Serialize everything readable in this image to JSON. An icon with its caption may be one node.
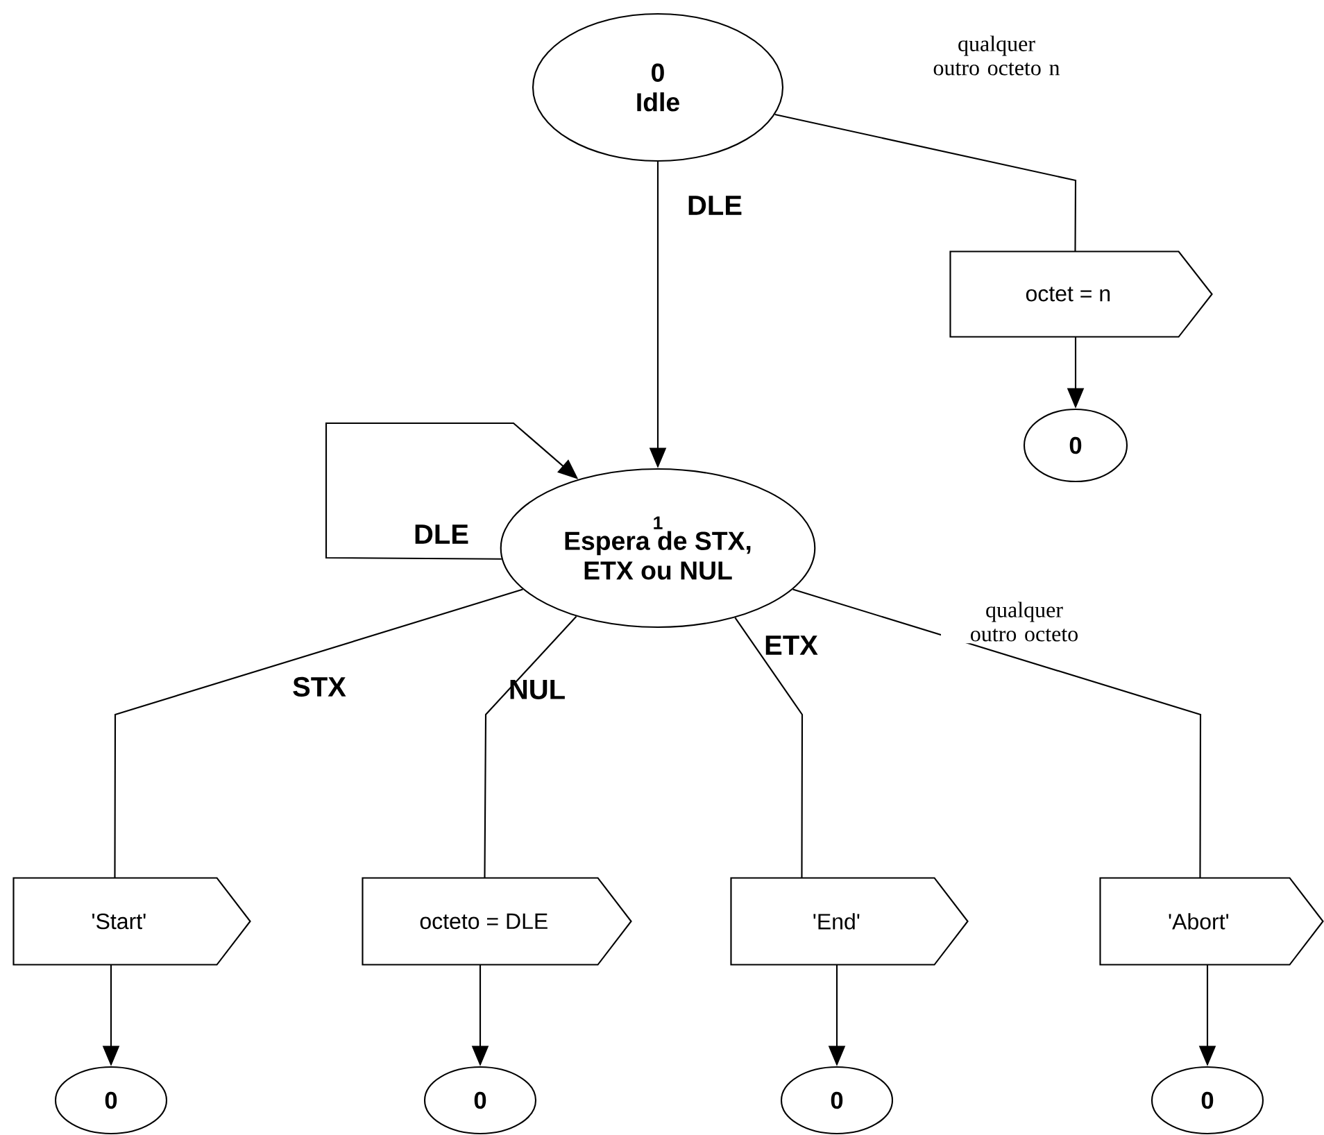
{
  "diagram": {
    "nodes": [
      {
        "text": [
          "0",
          "Idle"
        ]
      },
      {
        "text": [
          "octet =  n"
        ]
      },
      {
        "text": [
          "0"
        ]
      },
      {
        "text": [
          "1",
          "Espera de STX, ETX ou NUL"
        ]
      },
      {
        "text": [
          "'Start'"
        ]
      },
      {
        "text": [
          "octeto =  DLE"
        ]
      },
      {
        "text": [
          "'End'"
        ]
      },
      {
        "text": [
          "'Abort'"
        ]
      },
      {
        "text": [
          "0"
        ]
      },
      {
        "text": [
          "0"
        ]
      },
      {
        "text": [
          "0"
        ]
      },
      {
        "text": [
          "0"
        ]
      }
    ],
    "edges": [
      {
        "from": 0,
        "to": 3,
        "arrow": "to",
        "label": "DLE"
      },
      {
        "from": 0,
        "to": 1,
        "arrow": "none",
        "label": "qualquer outro octeto n"
      },
      {
        "from": 1,
        "to": 2,
        "arrow": "to"
      },
      {
        "from": 3,
        "to": 3,
        "arrow": "to",
        "label": "DLE"
      },
      {
        "from": 3,
        "to": 4,
        "arrow": "none",
        "label": "STX"
      },
      {
        "from": 3,
        "to": 5,
        "arrow": "none",
        "label": "NUL"
      },
      {
        "from": 3,
        "to": 6,
        "arrow": "none",
        "label": "ETX"
      },
      {
        "from": 3,
        "to": 7,
        "arrow": "none",
        "label": "qualquer outro octeto"
      },
      {
        "from": 4,
        "to": 8,
        "arrow": "to"
      },
      {
        "from": 5,
        "to": 9,
        "arrow": "to"
      },
      {
        "from": 6,
        "to": 10,
        "arrow": "to"
      },
      {
        "from": 7,
        "to": 11,
        "arrow": "to"
      }
    ]
  }
}
